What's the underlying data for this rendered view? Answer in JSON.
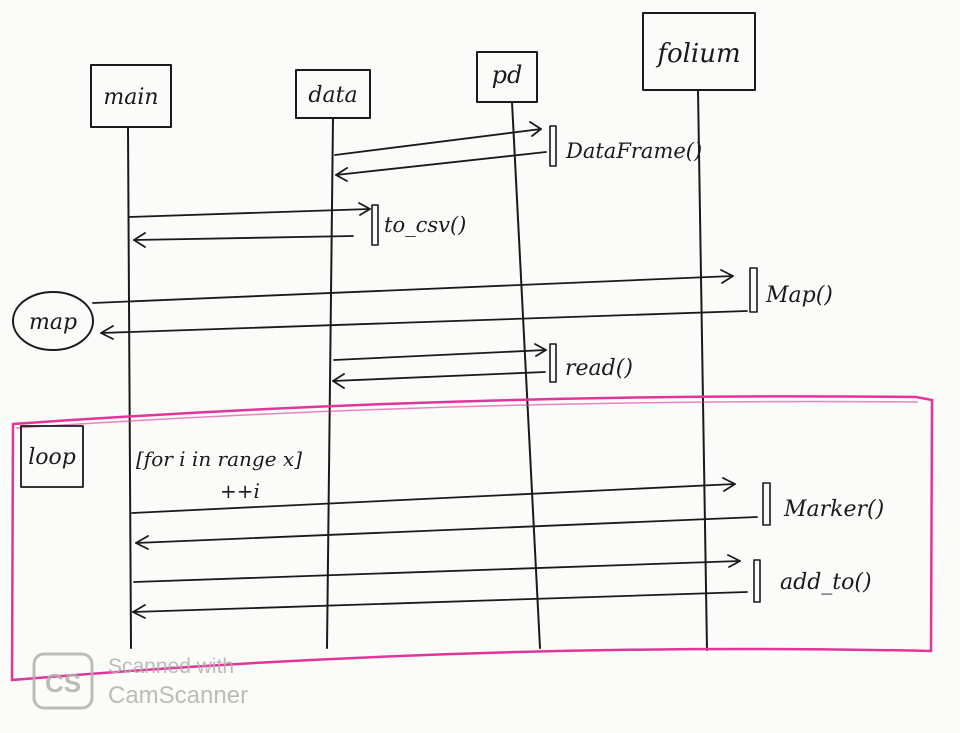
{
  "participants": [
    {
      "label": "main"
    },
    {
      "label": "data"
    },
    {
      "label": "pd"
    },
    {
      "label": "folium"
    }
  ],
  "external_actor": {
    "label": "map"
  },
  "messages": [
    {
      "label": "DataFrame()"
    },
    {
      "label": "to_csv()"
    },
    {
      "label": "Map()"
    },
    {
      "label": "read()"
    },
    {
      "label": "Marker()"
    },
    {
      "label": "add_to()"
    }
  ],
  "loop": {
    "operator": "loop",
    "guard": "[for i in range x]",
    "increment": "++i"
  },
  "colors": {
    "ink": "#1a1a1a",
    "loop_frame": "#e0359a",
    "paper": "#fbfbf9",
    "watermark": "#b0b0b0"
  },
  "watermark": {
    "logo": "CS",
    "line1": "Scanned with",
    "line2": "CamScanner"
  }
}
